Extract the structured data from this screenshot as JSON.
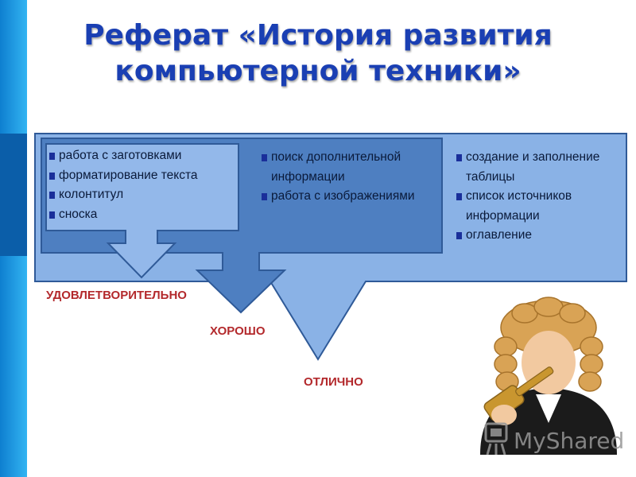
{
  "title": {
    "line1": "Реферат «История развития",
    "line2": "компьютерной техники»"
  },
  "levels": {
    "satisfactory": {
      "grade": "УДОВЛЕТВОРИТЕЛЬНО",
      "items": [
        "работа с заготовками",
        "форматирование текста",
        "колонтитул",
        "сноска"
      ]
    },
    "good": {
      "grade": "ХОРОШО",
      "items": [
        "поиск дополнительной информации",
        "работа с изображениями"
      ]
    },
    "excellent": {
      "grade": "ОТЛИЧНО",
      "items": [
        "создание и заполнение таблицы",
        "список источников информации",
        "оглавление"
      ]
    }
  },
  "watermark": {
    "brand": "MyShared"
  },
  "colors": {
    "title": "#1a3fb3",
    "grade": "#b3292c",
    "outer_box": "#8ab2e6",
    "middle_box": "#4e7fc1",
    "inner_box": "#93b8ea",
    "border": "#2f5a98"
  }
}
